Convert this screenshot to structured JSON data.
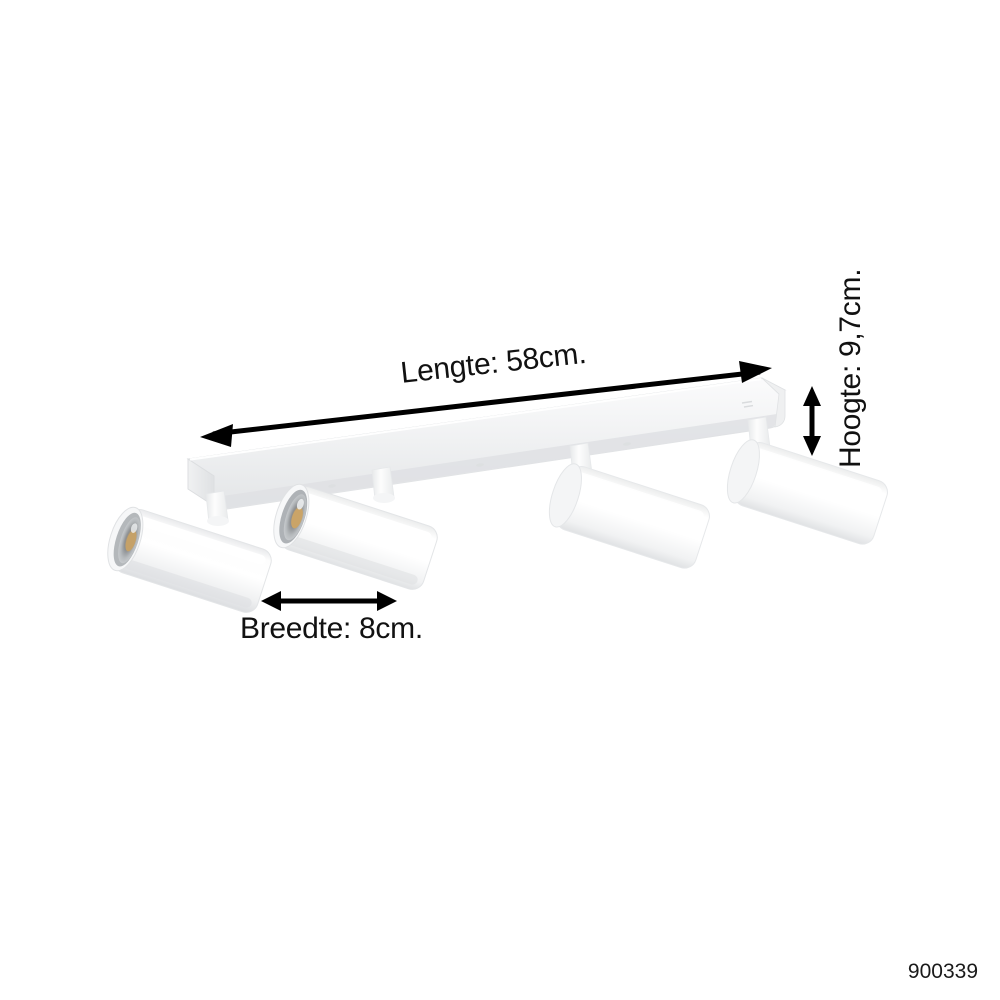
{
  "product": {
    "type": "ceiling-spotlight-bar",
    "code": "900339",
    "spot_count": 4,
    "body_color": "#ffffff"
  },
  "dimensions": {
    "length": {
      "label": "Lengte: 58cm.",
      "name": "Lengte",
      "value": "58cm.",
      "arrow": "double-ended-horizontal"
    },
    "height": {
      "label": "Hoogte: 9,7cm.",
      "name": "Hoogte",
      "value": "9,7cm.",
      "arrow": "double-ended-vertical"
    },
    "width": {
      "label": "Breedte: 8cm.",
      "name": "Breedte",
      "value": "8cm.",
      "arrow": "double-ended-horizontal"
    }
  },
  "colors": {
    "background": "#ffffff",
    "arrow": "#000000",
    "text": "#111111",
    "fixture_white": "#ffffff",
    "fixture_shadow": "#e4e6e8",
    "fixture_edge": "#d4d7da",
    "reflector_ring": "#b9bdc0",
    "reflector_inner": "#6f7478",
    "led_chip": "#c8a05c"
  },
  "icons": {
    "length_arrow": "double-arrow-icon",
    "height_arrow": "double-arrow-vertical-icon",
    "width_arrow": "double-arrow-icon"
  }
}
